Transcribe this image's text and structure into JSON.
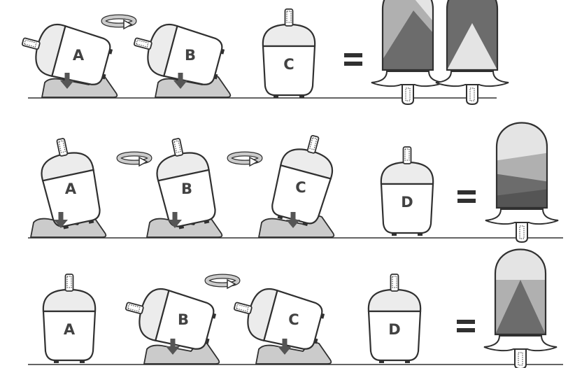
{
  "colors": {
    "outline": "#303030",
    "stand_fill": "#cbcbcb",
    "arrow_fill": "#555555",
    "lid_band": "#ececec",
    "pop_light": "#e4e4e4",
    "pop_mid": "#b0b0b0",
    "pop_dark": "#6c6c6c",
    "pop_darkest": "#555555"
  },
  "icons": {
    "rotate": "rotate-arrow-icon",
    "tilt": "down-arrow-icon",
    "equals": "equals-icon"
  },
  "rows": [
    {
      "molds": [
        {
          "label": "A",
          "state": "tilted",
          "rotate": false
        },
        {
          "label": "B",
          "state": "tilted",
          "rotate": true
        },
        {
          "label": "C",
          "state": "upright",
          "rotate": false
        }
      ],
      "equals": "=",
      "result": "two-popsicles-triangle-patterns"
    },
    {
      "molds": [
        {
          "label": "A",
          "state": "tilted",
          "rotate": false
        },
        {
          "label": "B",
          "state": "tilted",
          "rotate": true
        },
        {
          "label": "C",
          "state": "tilted",
          "rotate": true
        },
        {
          "label": "D",
          "state": "upright",
          "rotate": false
        }
      ],
      "equals": "=",
      "result": "popsicle-diagonal-stripes"
    },
    {
      "molds": [
        {
          "label": "A",
          "state": "upright",
          "rotate": false
        },
        {
          "label": "B",
          "state": "tilted",
          "rotate": false
        },
        {
          "label": "C",
          "state": "tilted",
          "rotate": true
        },
        {
          "label": "D",
          "state": "upright",
          "rotate": false
        }
      ],
      "equals": "=",
      "result": "popsicle-center-triangle"
    }
  ]
}
